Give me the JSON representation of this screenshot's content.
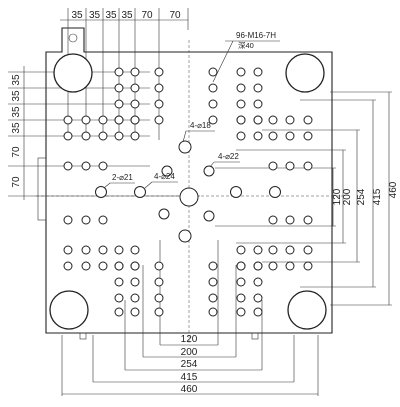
{
  "top_dims": [
    "35",
    "35",
    "35",
    "35",
    "70",
    "70"
  ],
  "left_dims": [
    "35",
    "35",
    "35",
    "35",
    "70",
    "70"
  ],
  "right_dims": [
    "120",
    "200",
    "254",
    "415",
    "460"
  ],
  "bottom_dims": [
    "120",
    "200",
    "254",
    "415",
    "460"
  ],
  "callouts": {
    "threaded": "96-M16-7H",
    "depth": "深40",
    "d18": "4-⌀18",
    "d22": "4-⌀22",
    "d21": "2-⌀21",
    "d24": "4-⌀24"
  }
}
